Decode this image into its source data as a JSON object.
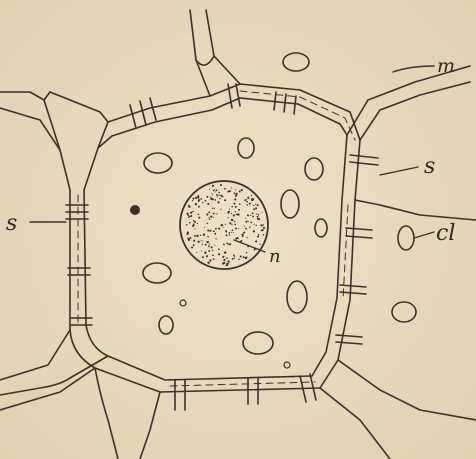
{
  "figure": {
    "labels": {
      "membrane": "m",
      "strand_right": "s",
      "strand_left": "s",
      "chloroplast": "cl",
      "nucleus": "n"
    }
  }
}
